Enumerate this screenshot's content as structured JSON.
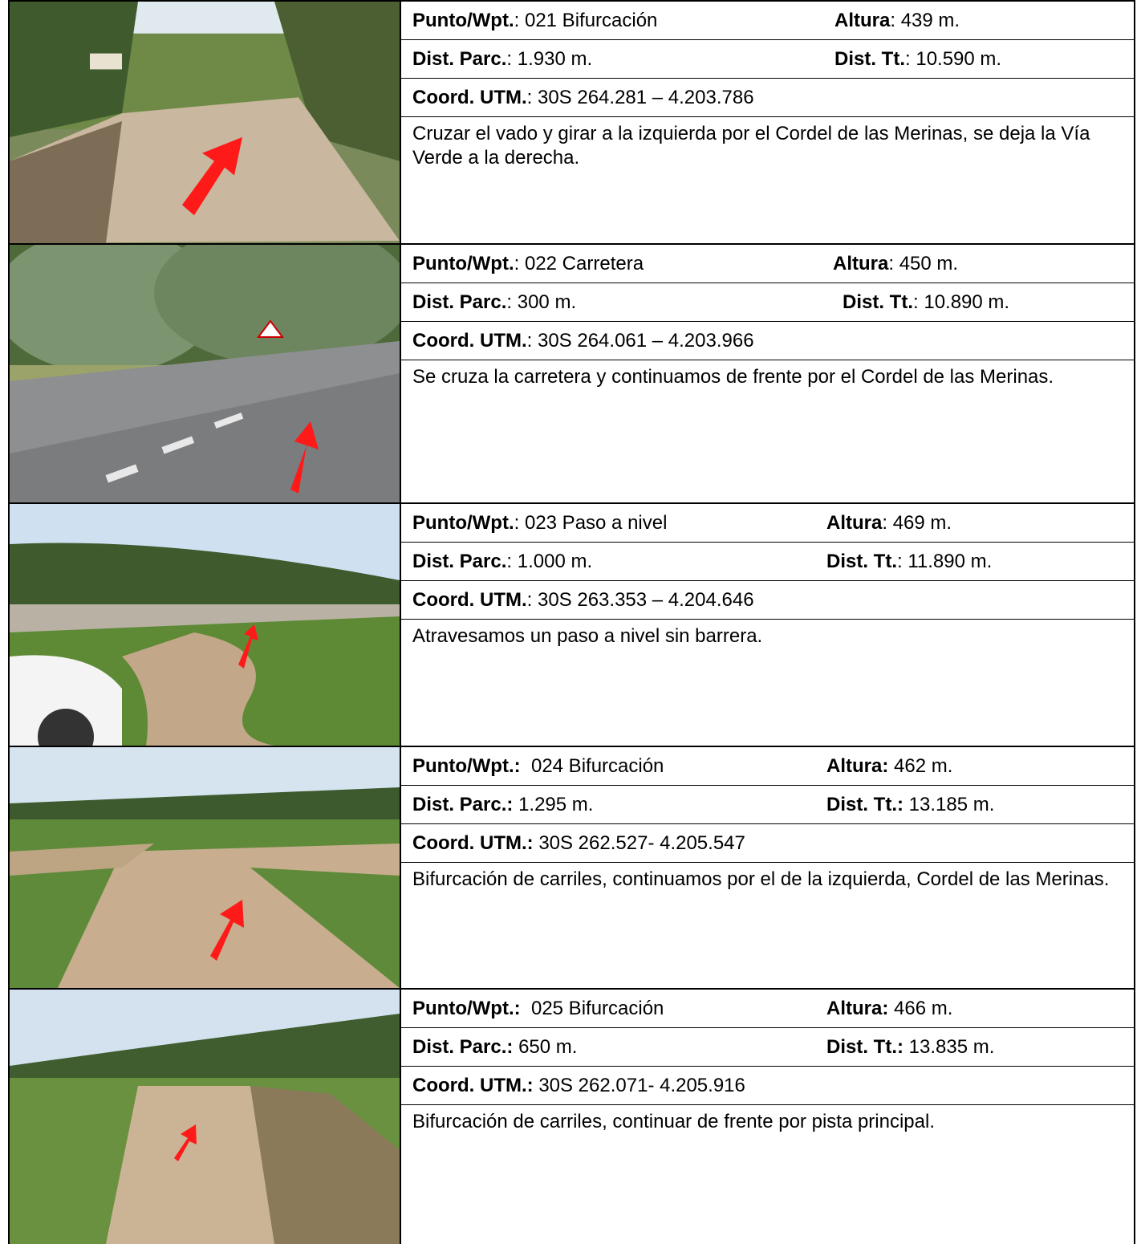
{
  "rows": [
    {
      "punto_label": "Punto/Wpt.",
      "punto_sep": ": ",
      "punto_value": "021 Bifurcación",
      "altura_label": "Altura",
      "altura_sep": ": ",
      "altura_value": "439 m.",
      "parc_label": "Dist. Parc.",
      "parc_sep": ": ",
      "parc_value": "1.930 m.",
      "tt_label": "Dist. Tt.",
      "tt_sep": ": ",
      "tt_value": "10.590 m.",
      "coord_label": "Coord. UTM.",
      "coord_sep": ": ",
      "coord_value": "30S 264.281 – 4.203.786",
      "description": "Cruzar el vado y girar a la izquierda por el Cordel de las Merinas, se deja la Vía Verde a la derecha."
    },
    {
      "punto_label": "Punto/Wpt.",
      "punto_sep": ": ",
      "punto_value": "022 Carretera",
      "altura_label": "Altura",
      "altura_sep": ": ",
      "altura_value": "450 m.",
      "parc_label": "Dist. Parc.",
      "parc_sep": ": ",
      "parc_value": "300 m.",
      "tt_label": "Dist. Tt.",
      "tt_sep": ": ",
      "tt_value": "10.890 m.",
      "coord_label": "Coord. UTM.",
      "coord_sep": ": ",
      "coord_value": "30S 264.061 – 4.203.966",
      "description": "Se cruza la carretera y continuamos de frente por el Cordel de las Merinas."
    },
    {
      "punto_label": "Punto/Wpt.",
      "punto_sep": ": ",
      "punto_value": "023 Paso a nivel",
      "altura_label": "Altura",
      "altura_sep": ": ",
      "altura_value": "469 m.",
      "parc_label": "Dist. Parc.",
      "parc_sep": ": ",
      "parc_value": "1.000 m.",
      "tt_label": "Dist. Tt.",
      "tt_sep": ": ",
      "tt_value": "11.890 m.",
      "coord_label": "Coord. UTM.",
      "coord_sep": ": ",
      "coord_value": "30S 263.353 – 4.204.646",
      "description": "Atravesamos un paso a nivel sin barrera."
    },
    {
      "punto_label": "Punto/Wpt.:",
      "punto_sep": "  ",
      "punto_value": "024 Bifurcación",
      "altura_label": "Altura:",
      "altura_sep": " ",
      "altura_value": "462 m.",
      "parc_label": "Dist. Parc.:",
      "parc_sep": " ",
      "parc_value": "1.295 m.",
      "tt_label": "Dist. Tt.:",
      "tt_sep": " ",
      "tt_value": "13.185 m.",
      "coord_label": "Coord. UTM.:",
      "coord_sep": " ",
      "coord_value": "30S 262.527- 4.205.547",
      "description": "Bifurcación de carriles, continuamos por el de la izquierda, Cordel de las Merinas."
    },
    {
      "punto_label": "Punto/Wpt.:",
      "punto_sep": "  ",
      "punto_value": "025 Bifurcación",
      "altura_label": "Altura:",
      "altura_sep": " ",
      "altura_value": "466 m.",
      "parc_label": "Dist. Parc.:",
      "parc_sep": " ",
      "parc_value": "650 m.",
      "tt_label": "Dist. Tt.:",
      "tt_sep": " ",
      "tt_value": "13.835 m.",
      "coord_label": "Coord. UTM.:",
      "coord_sep": " ",
      "coord_value": "30S 262.071- 4.205.916",
      "description": "Bifurcación de carriles, continuar de frente por pista principal."
    }
  ]
}
